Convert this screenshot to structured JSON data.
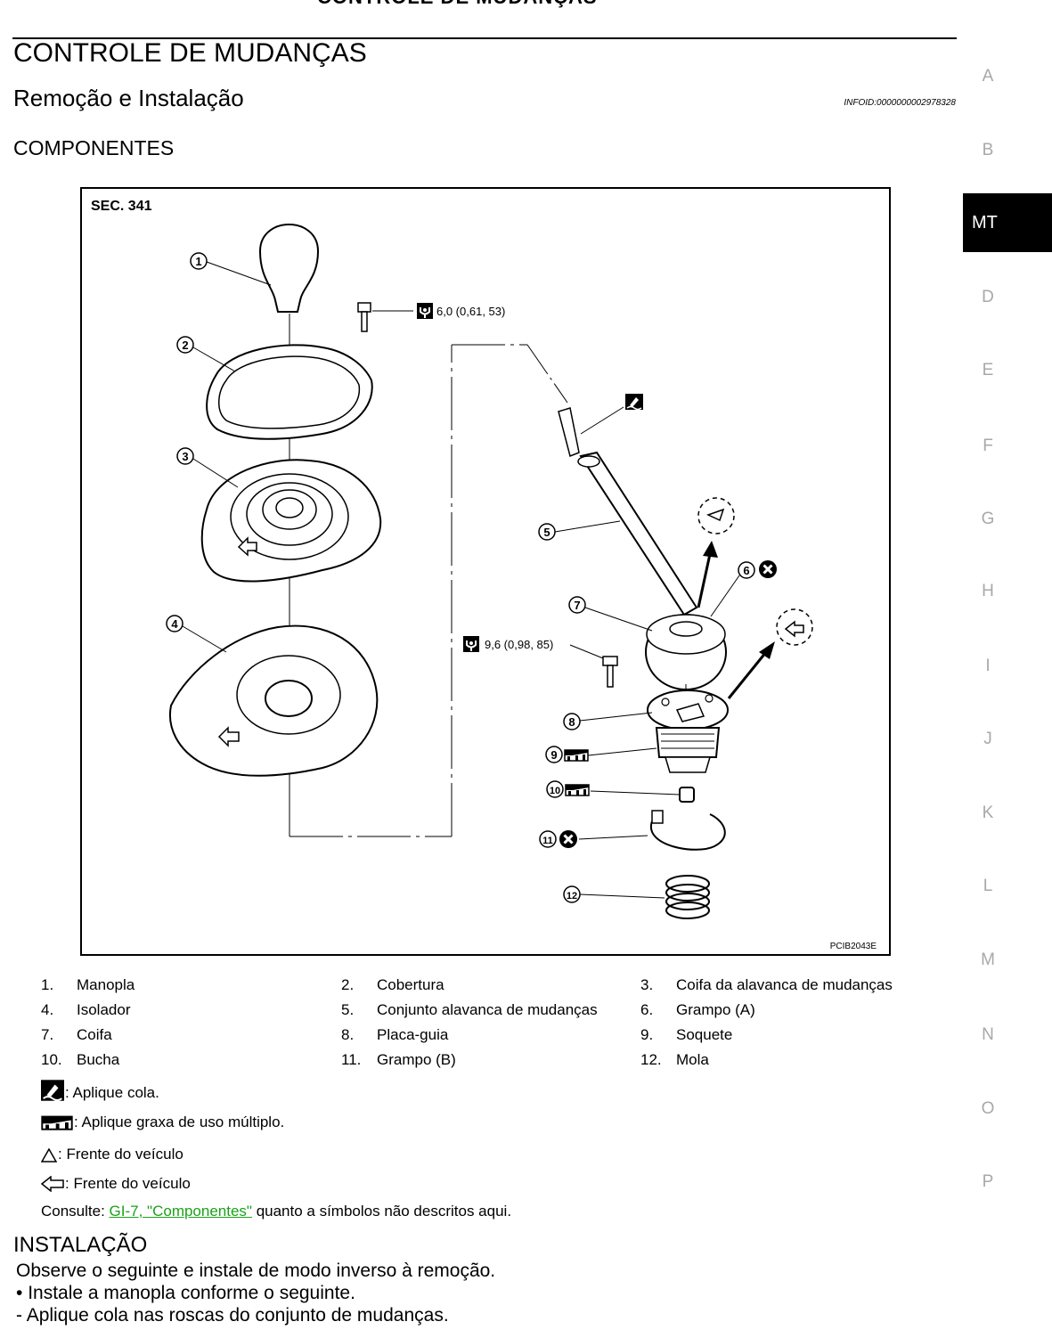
{
  "header": {
    "running_title": "CONTROLE DE MUDANÇAS",
    "title": "CONTROLE DE MUDANÇAS",
    "subtitle": "Remoção e Instalação",
    "info_id": "INFOID:0000000002978328",
    "section_heading": "COMPONENTES"
  },
  "sidebar": {
    "letters": [
      "A",
      "B",
      "MT",
      "D",
      "E",
      "F",
      "G",
      "H",
      "I",
      "J",
      "K",
      "L",
      "M",
      "N",
      "O",
      "P"
    ],
    "active": "MT"
  },
  "diagram": {
    "sec_label": "SEC. 341",
    "torque_1": "6,0 (0,61, 53)",
    "torque_2": "9,6 (0,98, 85)",
    "code": "PCIB2043E",
    "callouts": [
      "1",
      "2",
      "3",
      "4",
      "5",
      "6",
      "7",
      "8",
      "9",
      "10",
      "11",
      "12"
    ]
  },
  "legend": {
    "items": [
      {
        "num": "1.",
        "label": "Manopla"
      },
      {
        "num": "2.",
        "label": "Cobertura"
      },
      {
        "num": "3.",
        "label": "Coifa da alavanca de mudanças"
      },
      {
        "num": "4.",
        "label": "Isolador"
      },
      {
        "num": "5.",
        "label": "Conjunto alavanca de mudanças"
      },
      {
        "num": "6.",
        "label": "Grampo (A)"
      },
      {
        "num": "7.",
        "label": "Coifa"
      },
      {
        "num": "8.",
        "label": "Placa-guia"
      },
      {
        "num": "9.",
        "label": "Soquete"
      },
      {
        "num": "10.",
        "label": "Bucha"
      },
      {
        "num": "11.",
        "label": "Grampo (B)"
      },
      {
        "num": "12.",
        "label": "Mola"
      }
    ]
  },
  "symbols": {
    "glue": ": Aplique cola.",
    "grease": ": Aplique graxa de uso múltiplo.",
    "front_up": ": Frente do veículo",
    "front_left": ": Frente do veículo",
    "consult_prefix": "Consulte: ",
    "consult_link": "GI-7, \"Componentes\"",
    "consult_suffix": " quanto a símbolos não descritos aqui."
  },
  "installation": {
    "heading": "INSTALAÇÃO",
    "line1": "Observe o seguinte e instale de modo inverso à remoção.",
    "bullet1": "Instale a manopla conforme o seguinte.",
    "dash1": "Aplique cola nas roscas do conjunto de mudanças."
  },
  "colors": {
    "link": "#1aa21a",
    "sidebar_inactive": "#a8a8a8",
    "sidebar_active_bg": "#000000"
  }
}
